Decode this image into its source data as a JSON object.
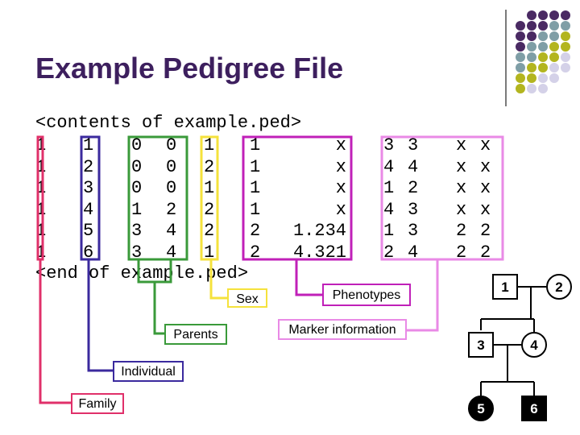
{
  "slide": {
    "title": "Example Pedigree File",
    "header_line": "<contents of example.ped>",
    "footer_line": "<end of example.ped>",
    "rows": [
      [
        "1",
        "1",
        "0",
        "0",
        "1",
        "1",
        "x",
        "3",
        "3",
        "x",
        "x"
      ],
      [
        "1",
        "2",
        "0",
        "0",
        "2",
        "1",
        "x",
        "4",
        "4",
        "x",
        "x"
      ],
      [
        "1",
        "3",
        "0",
        "0",
        "1",
        "1",
        "x",
        "1",
        "2",
        "x",
        "x"
      ],
      [
        "1",
        "4",
        "1",
        "2",
        "2",
        "1",
        "x",
        "4",
        "3",
        "x",
        "x"
      ],
      [
        "1",
        "5",
        "3",
        "4",
        "2",
        "2",
        "1.234",
        "1",
        "3",
        "2",
        "2"
      ],
      [
        "1",
        "6",
        "3",
        "4",
        "1",
        "2",
        "4.321",
        "2",
        "4",
        "2",
        "2"
      ]
    ],
    "labels": {
      "sex": "Sex",
      "phenotypes": "Phenotypes",
      "parents": "Parents",
      "marker_information": "Marker information",
      "individual": "Individual",
      "family": "Family"
    },
    "pedigree": {
      "ids": [
        "1",
        "2",
        "3",
        "4",
        "5",
        "6"
      ]
    }
  },
  "colors": {
    "title": "#3d1f5e",
    "family": "#e0306a",
    "individual": "#3b2a9e",
    "parents": "#3a9a3a",
    "sex": "#f5e23c",
    "phenotypes": "#c020b8",
    "marker_information": "#e98ae6",
    "dot_purple": "#4a2a63",
    "dot_teal": "#7f9ea6",
    "dot_olive": "#b3b51f",
    "dot_lavender": "#d4d1e8"
  }
}
